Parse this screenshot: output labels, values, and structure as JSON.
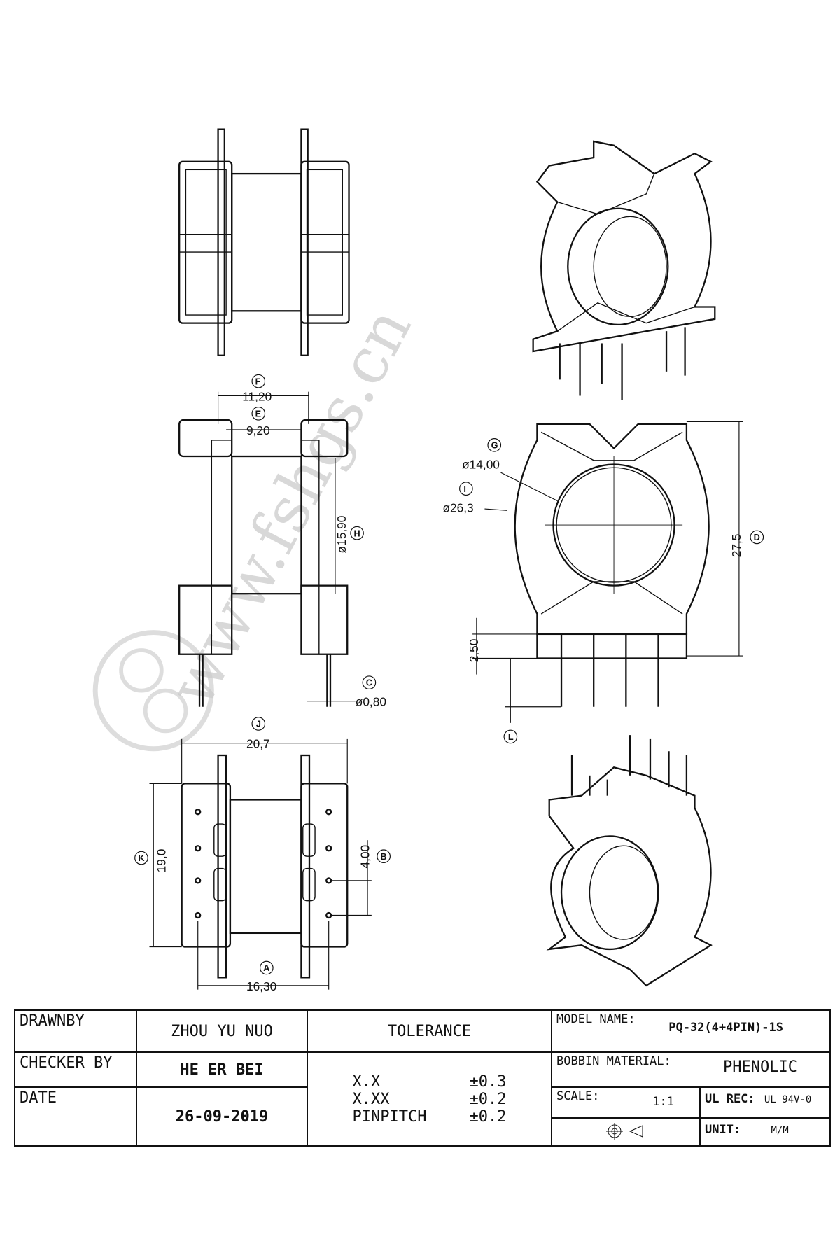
{
  "watermark": "www.fshgs.cn",
  "dimensions": {
    "F": {
      "bubble": "F",
      "value": "11,20"
    },
    "E": {
      "bubble": "E",
      "value": "9,20"
    },
    "H": {
      "bubble": "H",
      "value": "ø15,90"
    },
    "C": {
      "bubble": "C",
      "value": "ø0,80"
    },
    "J": {
      "bubble": "J",
      "value": "20,7"
    },
    "K": {
      "bubble": "K",
      "value": "19,0"
    },
    "B": {
      "bubble": "B",
      "value": "4,00"
    },
    "A": {
      "bubble": "A",
      "value": "16,30"
    },
    "G": {
      "bubble": "G",
      "value": "ø14,00"
    },
    "I": {
      "bubble": "I",
      "value": "ø26,3"
    },
    "D": {
      "bubble": "D",
      "value": "27,5"
    },
    "S": {
      "value": "2,50"
    },
    "L": {
      "bubble": "L"
    }
  },
  "title_block": {
    "drawn_by_label": "DRAWNBY",
    "drawn_by": "ZHOU YU NUO",
    "checker_label": "CHECKER BY",
    "checker": "HE ER BEI",
    "date_label": "DATE",
    "date": "26-09-2019",
    "tolerance_label": "TOLERANCE",
    "tolerances": [
      {
        "format": "X.X",
        "value": "±0.3"
      },
      {
        "format": "X.XX",
        "value": "±0.2"
      },
      {
        "format": "PINPITCH",
        "value": "±0.2"
      }
    ],
    "model_label": "MODEL NAME:",
    "model": "PQ-32(4+4PIN)-1S",
    "material_label": "BOBBIN MATERIAL:",
    "material": "PHENOLIC",
    "scale_label": "SCALE:",
    "scale": "1:1",
    "ul_label": "UL REC:",
    "ul": "UL 94V-0",
    "unit_label": "UNIT:",
    "unit": "M/M"
  }
}
